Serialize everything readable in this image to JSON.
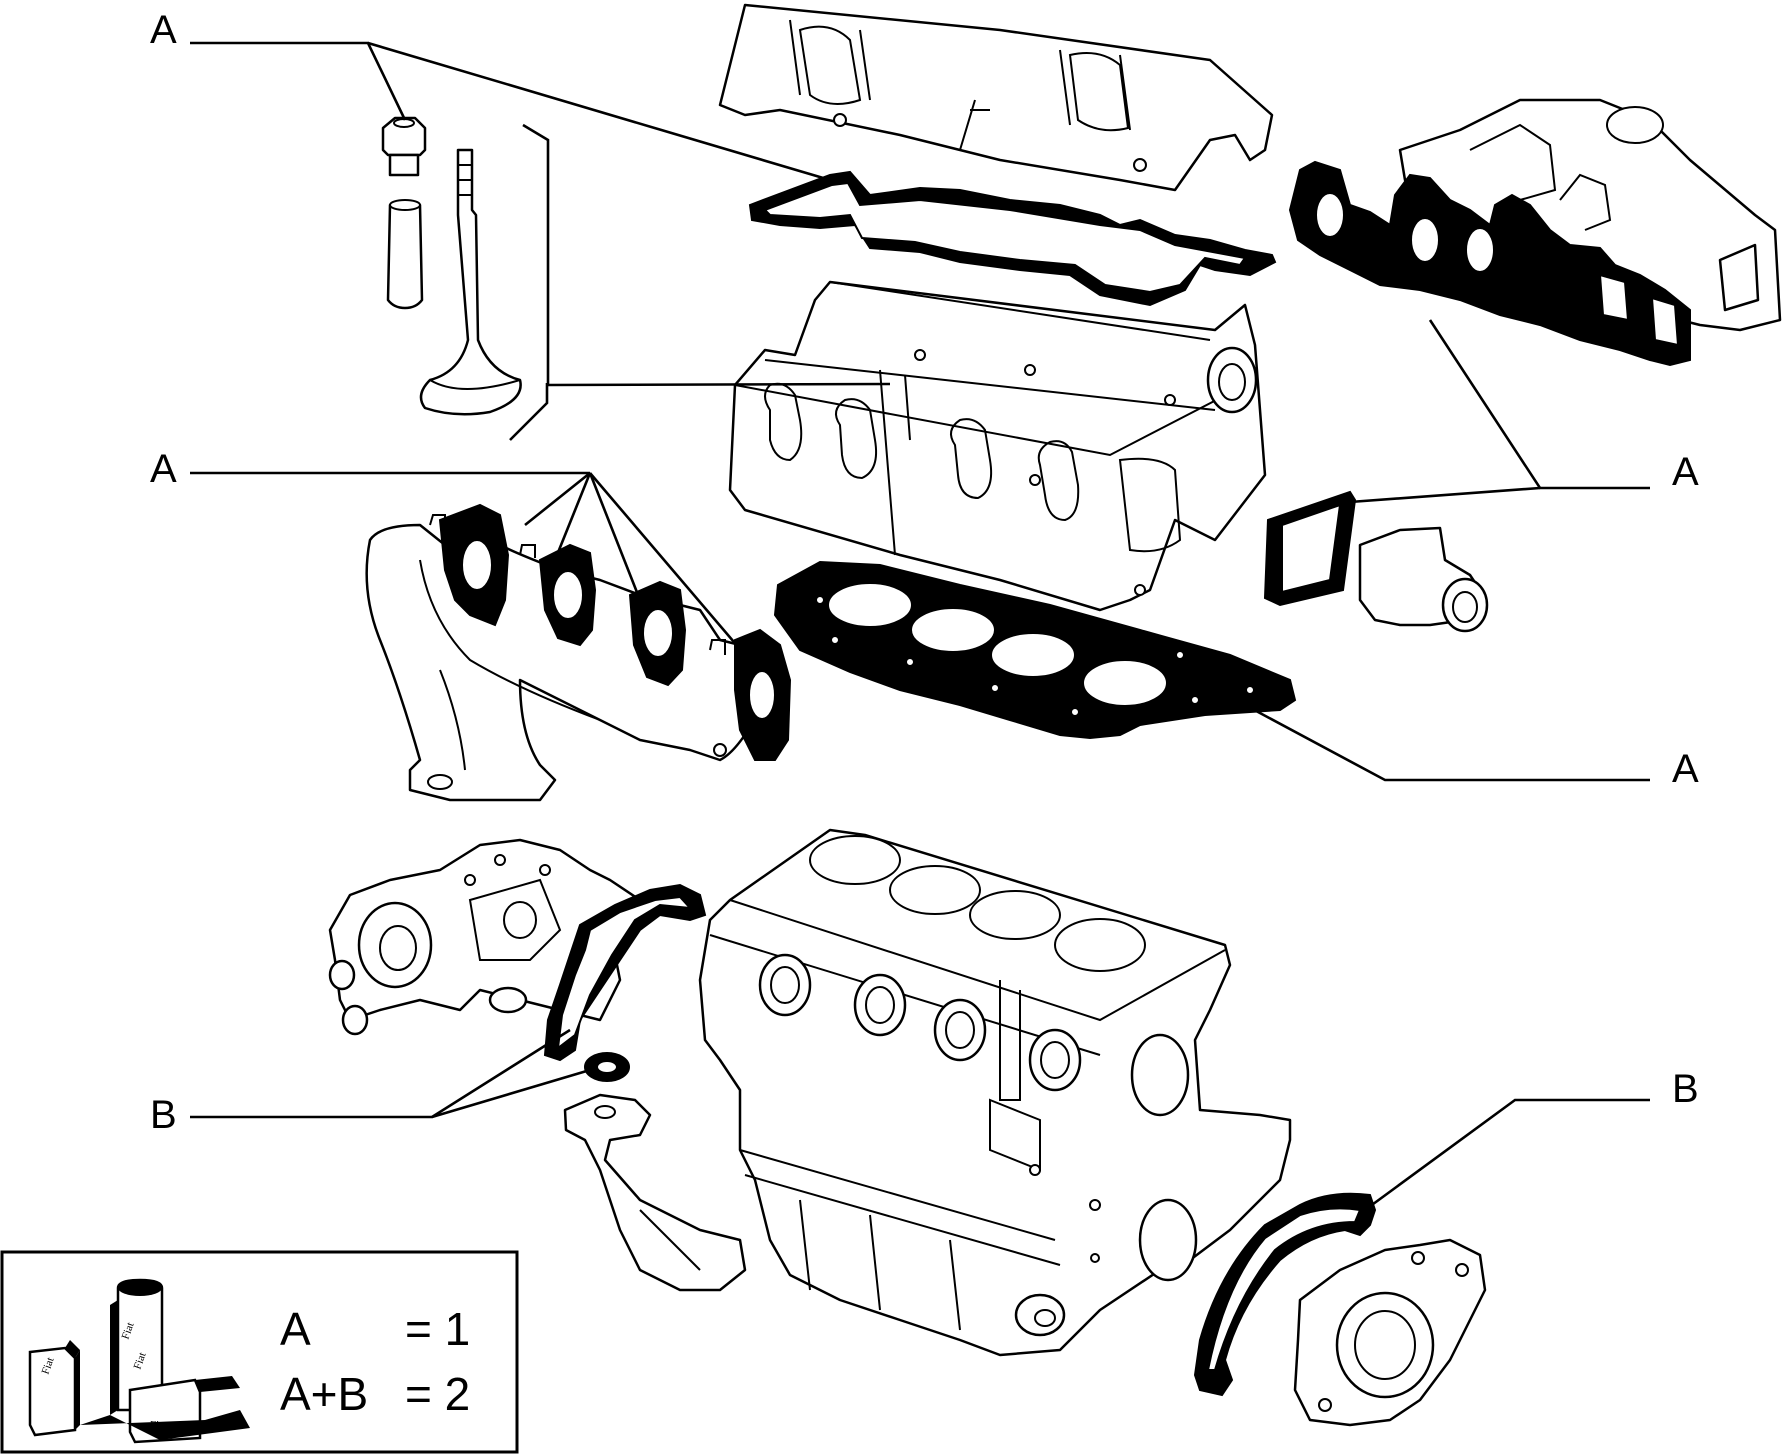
{
  "callouts": {
    "a_top_left": "A",
    "a_mid_left": "A",
    "a_right_upper": "A",
    "a_right_lower": "A",
    "b_left": "B",
    "b_right": "B"
  },
  "legend": {
    "row1_key": "A",
    "row1_value": "= 1",
    "row2_key": "A+B",
    "row2_value": "= 2",
    "box_label_1": "Fiat",
    "box_label_2": "Fiat",
    "box_label_3": "Fiat",
    "box_label_4": "Fiat"
  }
}
